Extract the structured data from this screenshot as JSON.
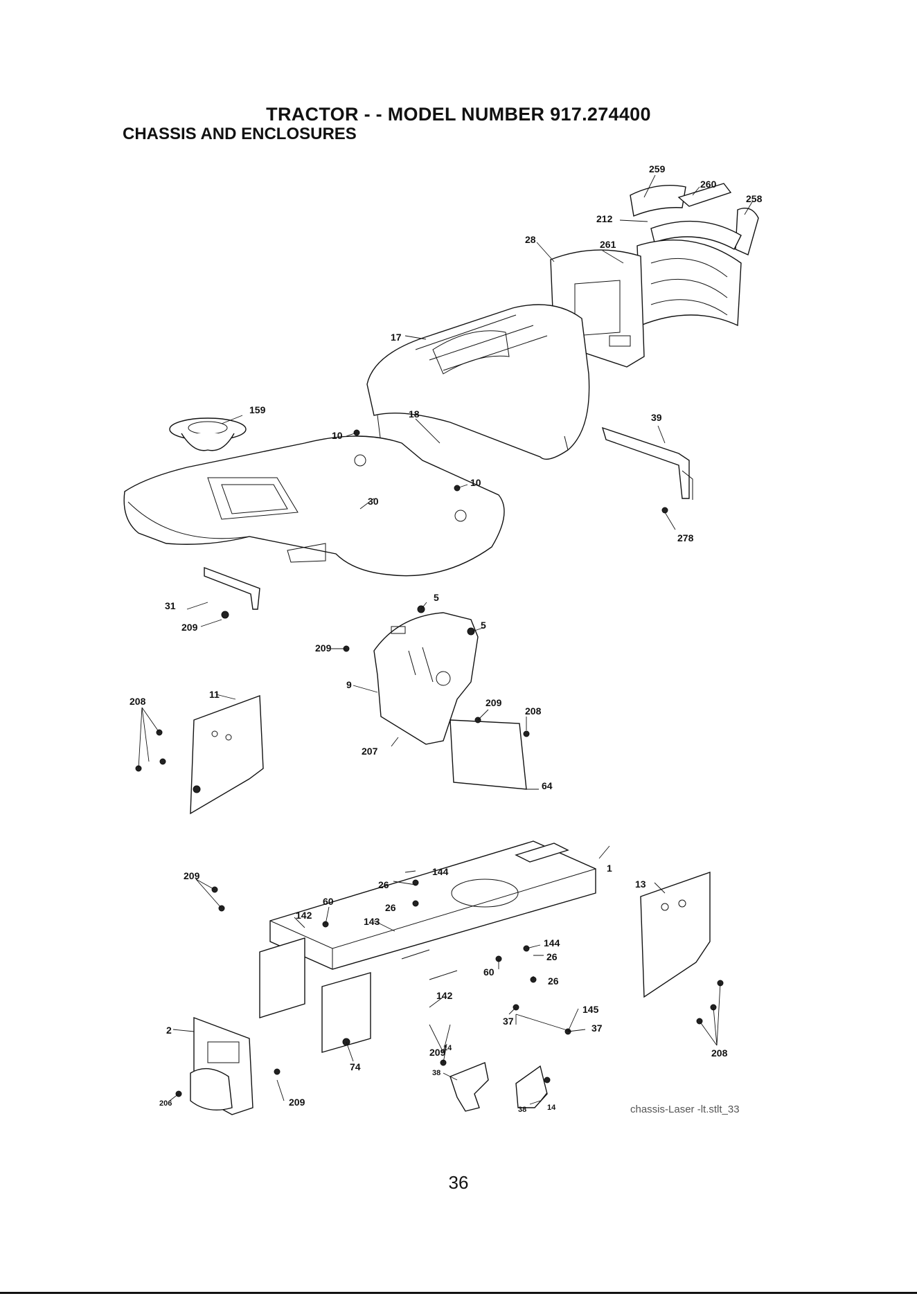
{
  "header": {
    "title": "TRACTOR - - MODEL NUMBER 917.274400",
    "subtitle": "CHASSIS AND ENCLOSURES"
  },
  "callouts": {
    "c259": "259",
    "c260": "260",
    "c258": "258",
    "c212": "212",
    "c28": "28",
    "c261": "261",
    "c17": "17",
    "c18": "18",
    "c159": "159",
    "c10a": "10",
    "c10b": "10",
    "c30": "30",
    "c39": "39",
    "c278": "278",
    "c31": "31",
    "c209a": "209",
    "c5a": "5",
    "c5b": "5",
    "c209b": "209",
    "c9": "9",
    "c209c": "209",
    "c208a": "208",
    "c207": "207",
    "c64": "64",
    "c208b": "208",
    "c11": "11",
    "c209d": "209",
    "c144a": "144",
    "c1": "1",
    "c26a": "26",
    "c26b": "26",
    "c60a": "60",
    "c142a": "142",
    "c143": "143",
    "c13": "13",
    "c144b": "144",
    "c26c": "26",
    "c60b": "60",
    "c26d": "26",
    "c142b": "142",
    "c145": "145",
    "c37a": "37",
    "c37b": "37",
    "c2": "2",
    "c209e": "209",
    "c14a": "14",
    "c74": "74",
    "c38a": "38",
    "c38b": "38",
    "c14b": "14",
    "c206": "206",
    "c209f": "209",
    "c208c": "208"
  },
  "footer": {
    "drawing_id": "chassis-Laser -lt.stlt_33",
    "page_number": "36"
  }
}
